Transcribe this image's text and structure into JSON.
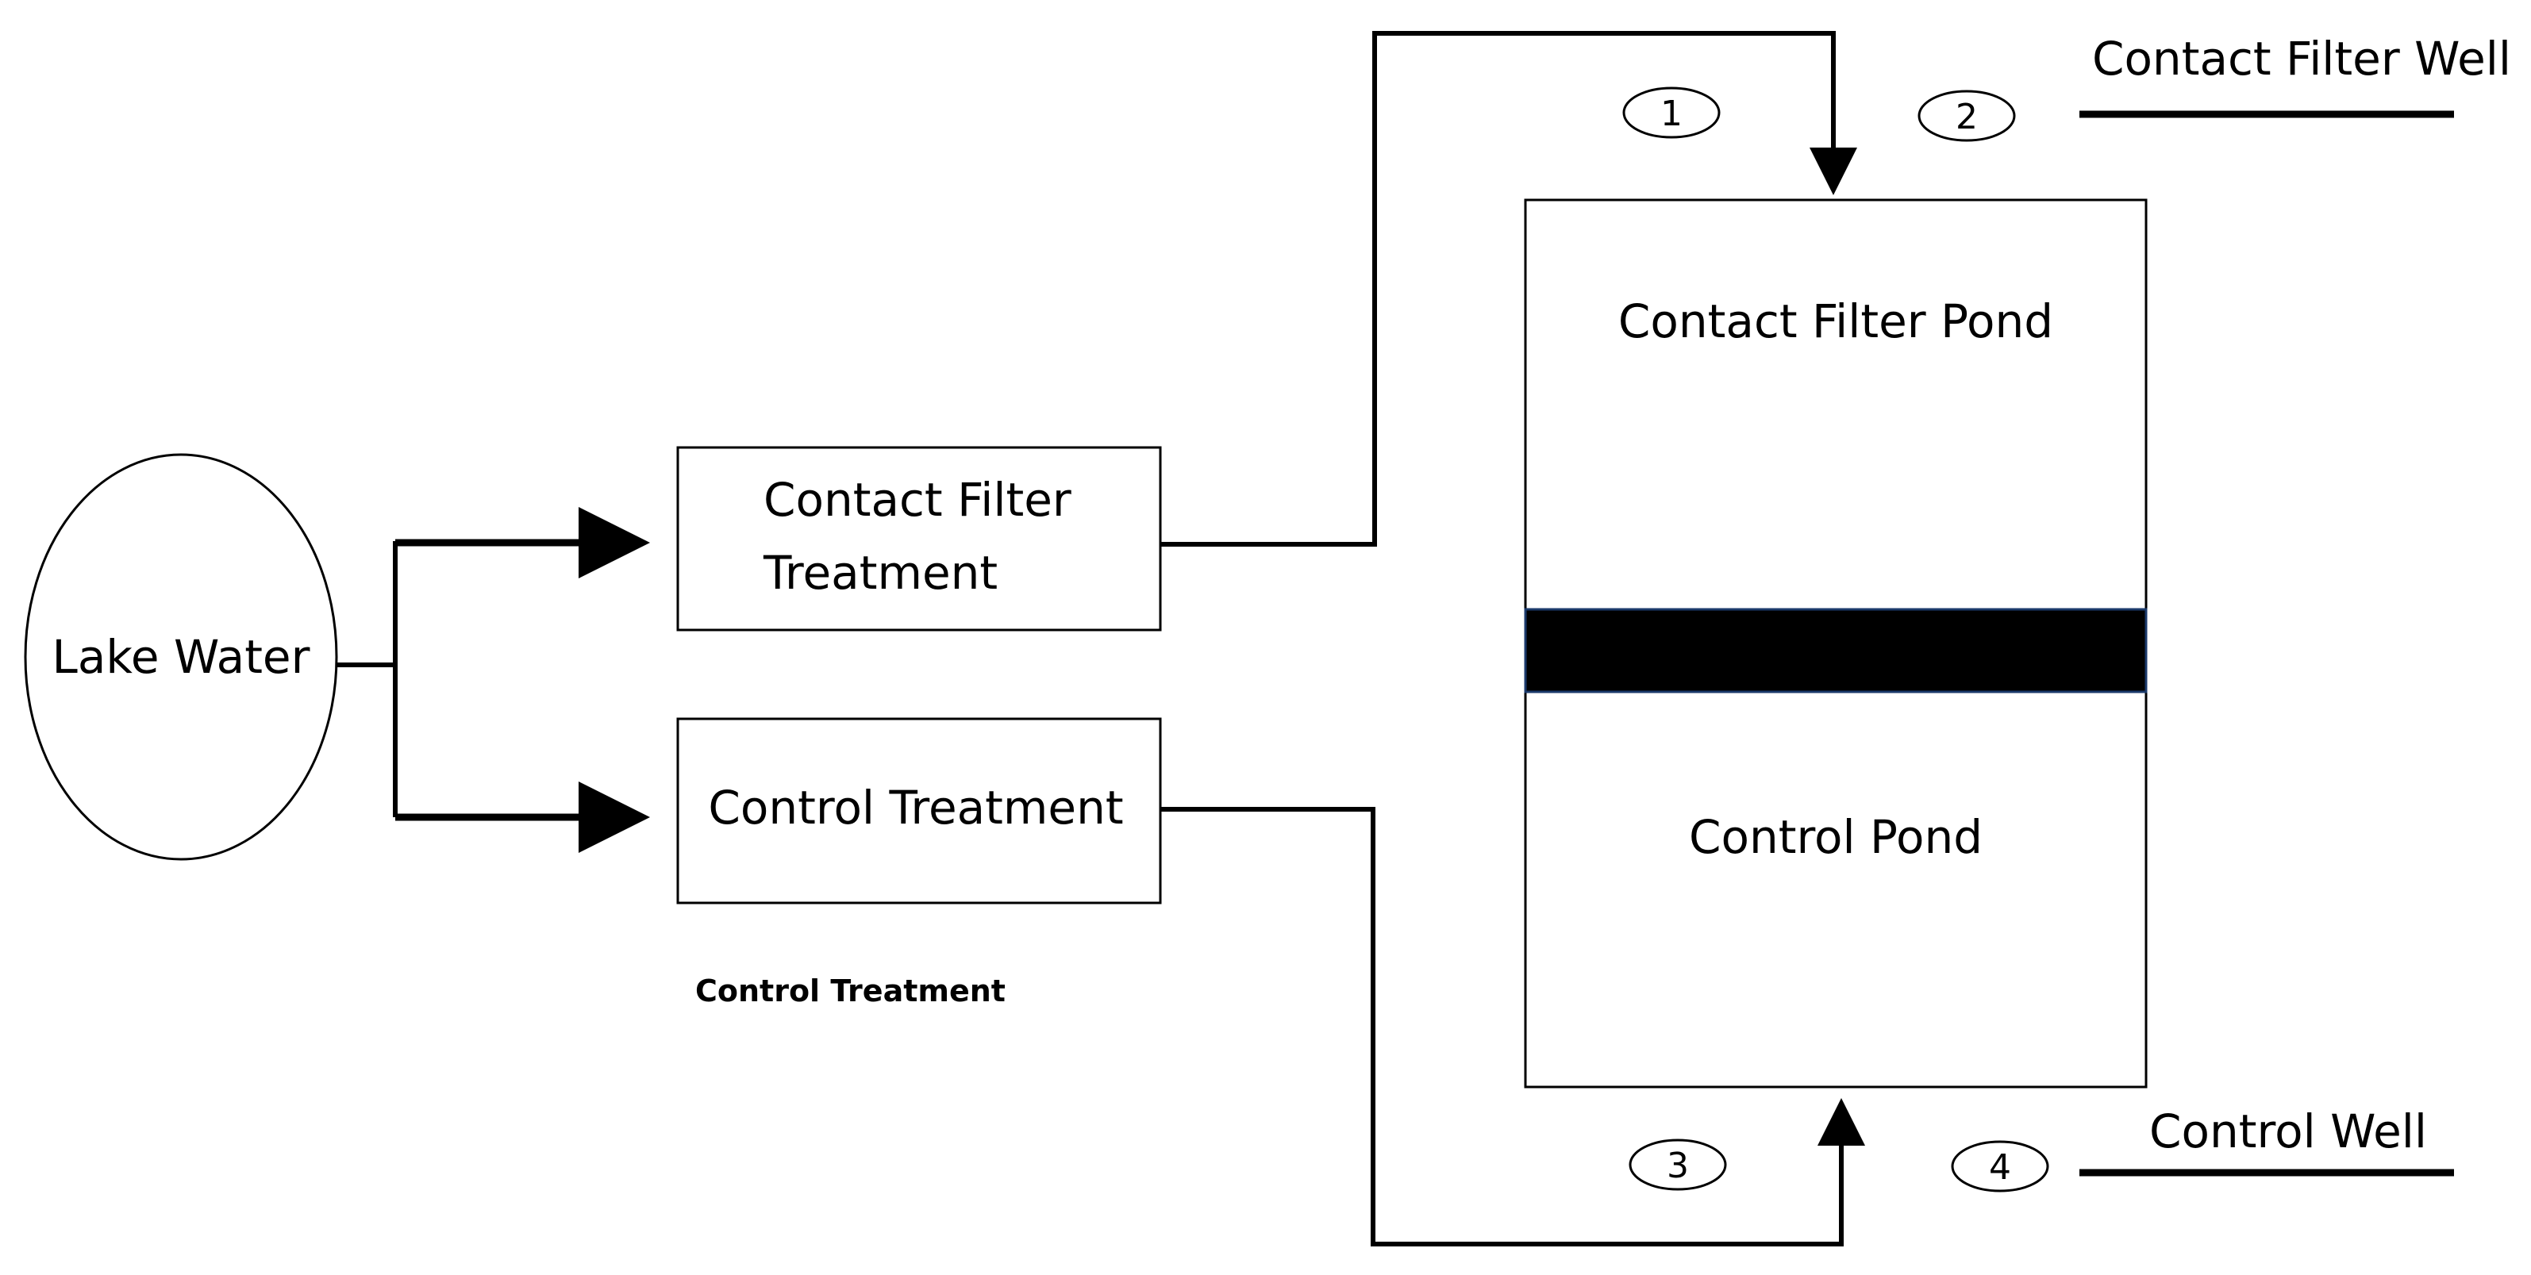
{
  "source": {
    "label": "Lake Water"
  },
  "treatments": {
    "contact_filter": {
      "line1": "Contact Filter",
      "line2": "Treatment"
    },
    "control": {
      "label": "Control Treatment"
    },
    "caption": "Control Treatment"
  },
  "ponds": {
    "contact_filter": {
      "label": "Contact Filter Pond"
    },
    "control": {
      "label": "Control Pond"
    },
    "divider_color": "#000000"
  },
  "markers": [
    "1",
    "2",
    "3",
    "4"
  ],
  "wells": {
    "contact_filter": {
      "label": "Contact Filter Well"
    },
    "control": {
      "label": "Control Well"
    }
  }
}
